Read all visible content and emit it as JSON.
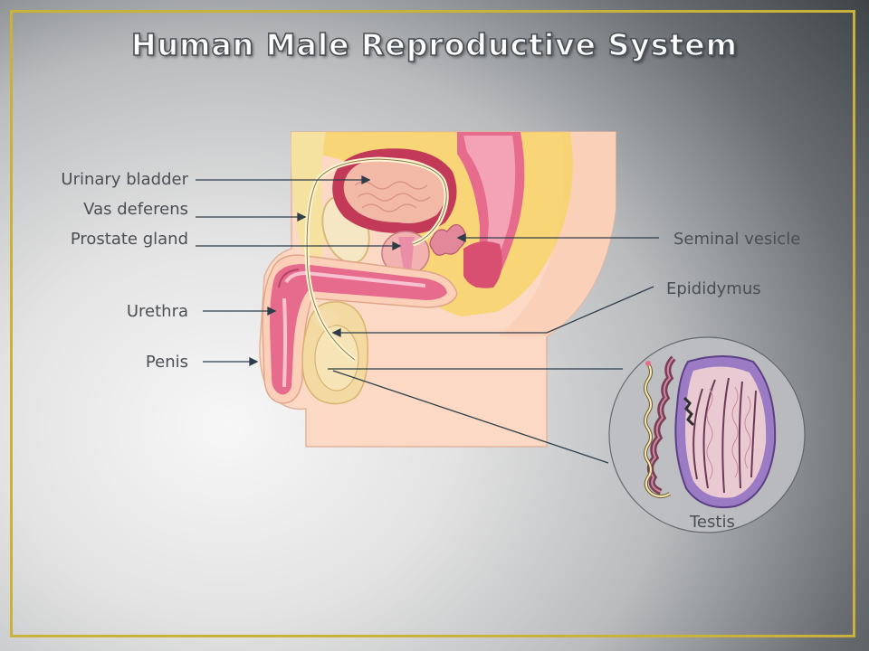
{
  "title": "Human Male Reproductive System",
  "labels": {
    "urinary_bladder": "Urinary bladder",
    "vas_deferens": "Vas deferens",
    "prostate_gland": "Prostate gland",
    "urethra": "Urethra",
    "penis": "Penis",
    "seminal_vesicle": "Seminal vesicle",
    "epididymus": "Epididymus",
    "testis": "Testis"
  },
  "colors": {
    "frame": "#c9b23a",
    "label_text": "#4b4f54",
    "skin": "#fcd9c4",
    "tissue_pink": "#e76b8c",
    "yellow_fat": "#f7d46a",
    "testis_purple": "#9b7bc4"
  }
}
